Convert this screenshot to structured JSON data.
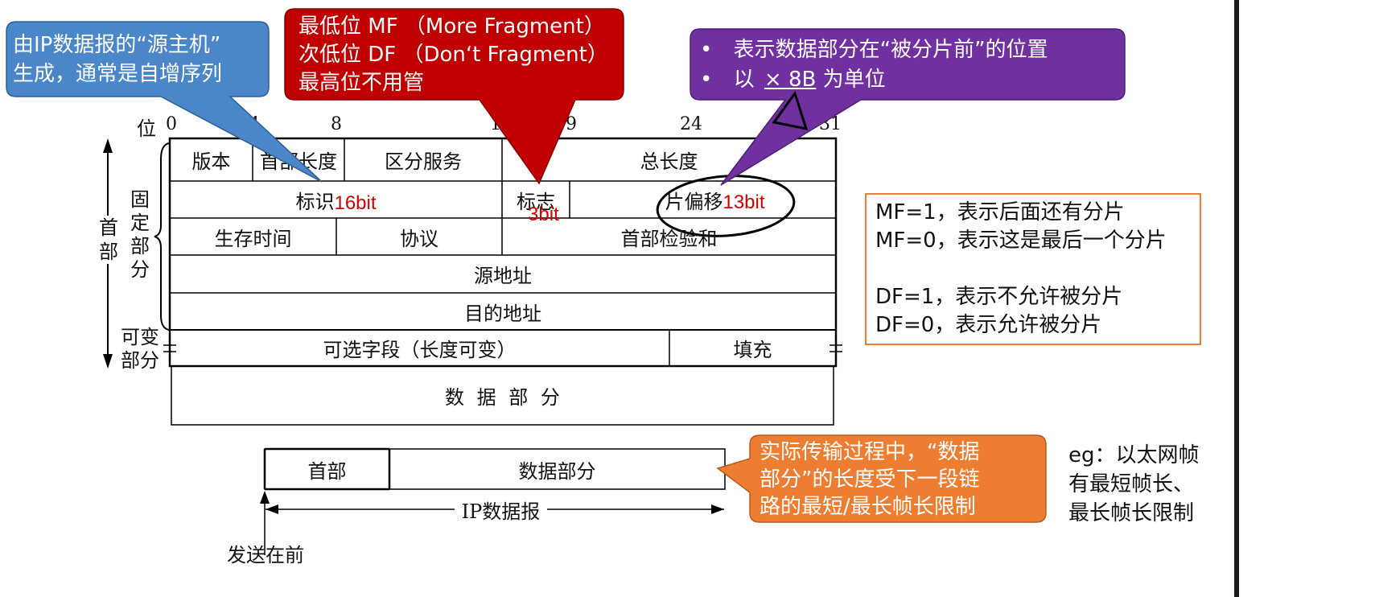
{
  "bit_label": "位",
  "bit_ticks": [
    "0",
    "4",
    "8",
    "16",
    "19",
    "24",
    "31"
  ],
  "rows": {
    "row1": {
      "version": "版本",
      "header_length": "首部长度",
      "diff_service": "区分服务",
      "total_length": "总长度"
    },
    "row2": {
      "identification": "标识",
      "flags": "标志",
      "fragment_offset": "片偏移"
    },
    "row3": {
      "ttl": "生存时间",
      "protocol": "协议",
      "header_checksum": "首部检验和"
    },
    "row4": {
      "source_address": "源地址"
    },
    "row5": {
      "dest_address": "目的地址"
    },
    "row6": {
      "options": "可选字段（长度可变）",
      "padding": "填充"
    },
    "data": "数 据 部 分"
  },
  "side_labels": {
    "header": "首部",
    "fixed": "固定部分",
    "variable_line1": "可变",
    "variable_line2": "部分"
  },
  "bit_annotations": {
    "identification_bits": "16bit",
    "flags_bits": "3bit",
    "offset_bits": "13bit"
  },
  "callout_blue": {
    "line1": "由IP数据报的“源主机”",
    "line2": "生成，通常是自增序列",
    "color": "#4a86c8"
  },
  "callout_red": {
    "line1": "最低位 MF （More Fragment）",
    "line2": "次低位 DF （Don‘t Fragment）",
    "line3": "最高位不用管",
    "color": "#c00000"
  },
  "callout_purple": {
    "bullet": "•",
    "line1": "表示数据部分在“被分片前”的位置",
    "line2_prefix": "以",
    "line2_unit": "× 8B",
    "line2_suffix": "为单位",
    "color": "#7030a0"
  },
  "flag_notes": {
    "mf1": "MF=1，表示后面还有分片",
    "mf0": "MF=0，表示这是最后一个分片",
    "df1": "DF=1，表示不允许被分片",
    "df0": "DF=0，表示允许被分片",
    "border_color": "#ed7d31"
  },
  "packet_diagram": {
    "header": "首部",
    "data": "数据部分",
    "caption": "IP数据报",
    "send_first": "发送在前"
  },
  "callout_orange": {
    "line1": "实际传输过程中，“数据",
    "line2": "部分”的长度受下一段链",
    "line3": "路的最短/最长帧长限制",
    "color": "#ed7d31"
  },
  "eg_note": {
    "line1": "eg：以太网帧",
    "line2": "有最短帧长、",
    "line3": "最长帧长限制"
  }
}
